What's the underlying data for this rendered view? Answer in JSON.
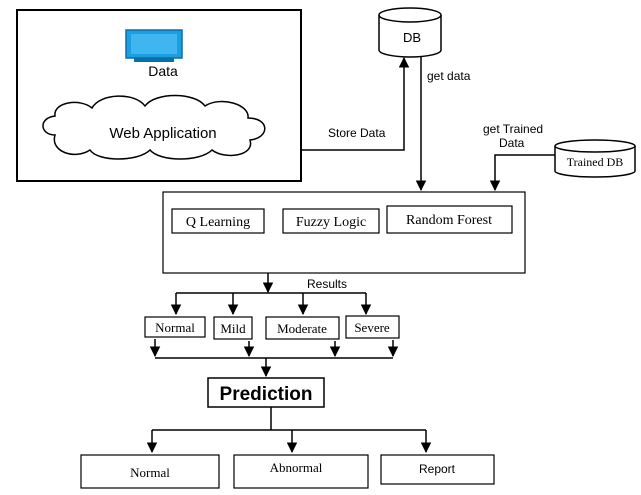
{
  "diagram": {
    "source": {
      "data_label": "Data",
      "web_app_label": "Web Application"
    },
    "db_label": "DB",
    "edge_labels": {
      "store_data": "Store Data",
      "get_data": "get data",
      "get_trained_line1": "get Trained",
      "get_trained_line2": "Data",
      "results": "Results"
    },
    "trained_db_label": "Trained DB",
    "algorithms": [
      "Q Learning",
      "Fuzzy Logic",
      "Random Forest"
    ],
    "severity_levels": [
      "Normal",
      "Mild",
      "Moderate",
      "Severe"
    ],
    "prediction_label": "Prediction",
    "outputs": [
      "Normal",
      "Abnormal",
      "Report"
    ]
  }
}
